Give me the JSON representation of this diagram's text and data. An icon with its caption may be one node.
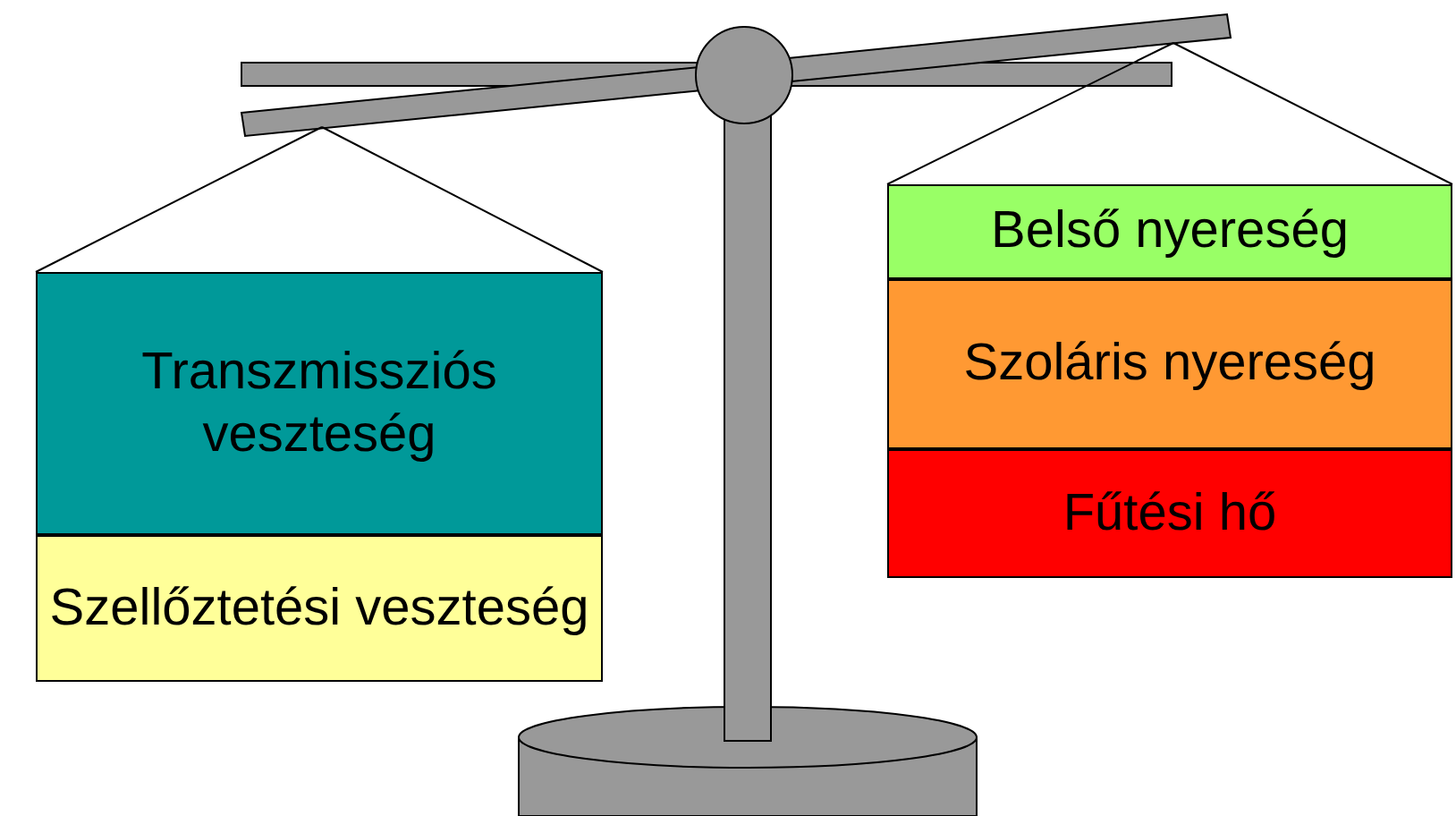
{
  "diagram": {
    "nodes": [
      {
        "text": [
          "Transzmissziós veszteség"
        ]
      },
      {
        "text": [
          "Szellőztetési veszteség"
        ]
      },
      {
        "text": [
          "Belső nyereség"
        ]
      },
      {
        "text": [
          "Szoláris nyereség"
        ]
      },
      {
        "text": [
          "Fűtési hő"
        ]
      }
    ]
  }
}
